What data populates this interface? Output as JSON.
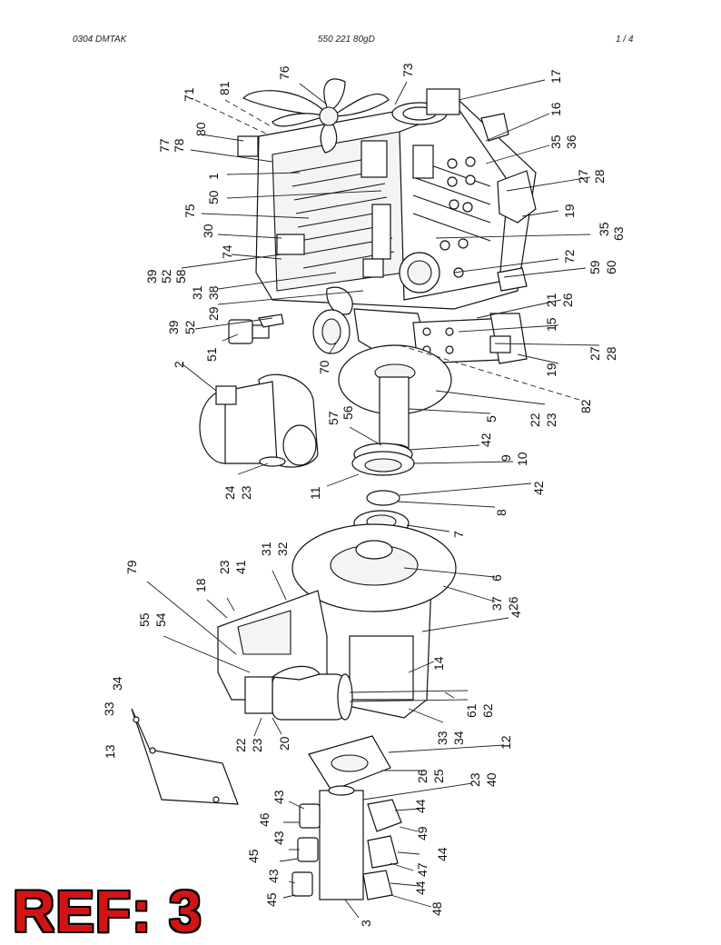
{
  "header": {
    "left": "0304  DMTAK",
    "center": "550 221 80gD",
    "right": "1 /   4"
  },
  "reference": "REF: 3",
  "callouts": [
    {
      "id": "c71",
      "text": "71"
    },
    {
      "id": "c81",
      "text": "81"
    },
    {
      "id": "c76",
      "text": "76"
    },
    {
      "id": "c73",
      "text": "73"
    },
    {
      "id": "c17",
      "text": "17"
    },
    {
      "id": "c16",
      "text": "16"
    },
    {
      "id": "c35a",
      "text": "35"
    },
    {
      "id": "c36",
      "text": "36"
    },
    {
      "id": "c80",
      "text": "80"
    },
    {
      "id": "c77",
      "text": "77"
    },
    {
      "id": "c78",
      "text": "78"
    },
    {
      "id": "c1",
      "text": "1"
    },
    {
      "id": "c50",
      "text": "50"
    },
    {
      "id": "c27a",
      "text": "27"
    },
    {
      "id": "c28a",
      "text": "28"
    },
    {
      "id": "c19a",
      "text": "19"
    },
    {
      "id": "c75",
      "text": "75"
    },
    {
      "id": "c30",
      "text": "30"
    },
    {
      "id": "c35b",
      "text": "35"
    },
    {
      "id": "c63",
      "text": "63"
    },
    {
      "id": "c74",
      "text": "74"
    },
    {
      "id": "c39a",
      "text": "39"
    },
    {
      "id": "c52a",
      "text": "52"
    },
    {
      "id": "c58",
      "text": "58"
    },
    {
      "id": "c72",
      "text": "72"
    },
    {
      "id": "c59",
      "text": "59"
    },
    {
      "id": "c60",
      "text": "60"
    },
    {
      "id": "c31a",
      "text": "31"
    },
    {
      "id": "c38",
      "text": "38"
    },
    {
      "id": "c29",
      "text": "29"
    },
    {
      "id": "c21",
      "text": "21"
    },
    {
      "id": "c26a",
      "text": "26"
    },
    {
      "id": "c39b",
      "text": "39"
    },
    {
      "id": "c52b",
      "text": "52"
    },
    {
      "id": "c15",
      "text": "15"
    },
    {
      "id": "c51",
      "text": "51"
    },
    {
      "id": "c27b",
      "text": "27"
    },
    {
      "id": "c28b",
      "text": "28"
    },
    {
      "id": "c70",
      "text": "70"
    },
    {
      "id": "c19b",
      "text": "19"
    },
    {
      "id": "c2",
      "text": "2"
    },
    {
      "id": "c82",
      "text": "82"
    },
    {
      "id": "c22a",
      "text": "22"
    },
    {
      "id": "c23a",
      "text": "23"
    },
    {
      "id": "c57",
      "text": "57"
    },
    {
      "id": "c56",
      "text": "56"
    },
    {
      "id": "c5",
      "text": "5"
    },
    {
      "id": "c42a",
      "text": "42"
    },
    {
      "id": "c9",
      "text": "9"
    },
    {
      "id": "c10",
      "text": "10"
    },
    {
      "id": "c24",
      "text": "24"
    },
    {
      "id": "c23b",
      "text": "23"
    },
    {
      "id": "c11",
      "text": "11"
    },
    {
      "id": "c42b",
      "text": "42"
    },
    {
      "id": "c8",
      "text": "8"
    },
    {
      "id": "c7",
      "text": "7"
    },
    {
      "id": "c31b",
      "text": "31"
    },
    {
      "id": "c32",
      "text": "32"
    },
    {
      "id": "c79",
      "text": "79"
    },
    {
      "id": "c23c",
      "text": "23"
    },
    {
      "id": "c41",
      "text": "41"
    },
    {
      "id": "c18",
      "text": "18"
    },
    {
      "id": "c6",
      "text": "6"
    },
    {
      "id": "c37",
      "text": "37"
    },
    {
      "id": "c26b",
      "text": "26"
    },
    {
      "id": "c55",
      "text": "55"
    },
    {
      "id": "c54",
      "text": "54"
    },
    {
      "id": "c4",
      "text": "4"
    },
    {
      "id": "c14",
      "text": "14"
    },
    {
      "id": "c34a",
      "text": "34"
    },
    {
      "id": "c33a",
      "text": "33"
    },
    {
      "id": "c61",
      "text": "61"
    },
    {
      "id": "c62",
      "text": "62"
    },
    {
      "id": "c33b",
      "text": "33"
    },
    {
      "id": "c34b",
      "text": "34"
    },
    {
      "id": "c13",
      "text": "13"
    },
    {
      "id": "c22b",
      "text": "22"
    },
    {
      "id": "c23d",
      "text": "23"
    },
    {
      "id": "c20",
      "text": "20"
    },
    {
      "id": "c12",
      "text": "12"
    },
    {
      "id": "c26c",
      "text": "26"
    },
    {
      "id": "c25",
      "text": "25"
    },
    {
      "id": "c43a",
      "text": "43"
    },
    {
      "id": "c23e",
      "text": "23"
    },
    {
      "id": "c40",
      "text": "40"
    },
    {
      "id": "c46",
      "text": "46"
    },
    {
      "id": "c44a",
      "text": "44"
    },
    {
      "id": "c43b",
      "text": "43"
    },
    {
      "id": "c49",
      "text": "49"
    },
    {
      "id": "c45a",
      "text": "45"
    },
    {
      "id": "c44b",
      "text": "44"
    },
    {
      "id": "c47",
      "text": "47"
    },
    {
      "id": "c43c",
      "text": "43"
    },
    {
      "id": "c44c",
      "text": "44"
    },
    {
      "id": "c45b",
      "text": "45"
    },
    {
      "id": "c48",
      "text": "48"
    },
    {
      "id": "c3",
      "text": "3"
    }
  ]
}
